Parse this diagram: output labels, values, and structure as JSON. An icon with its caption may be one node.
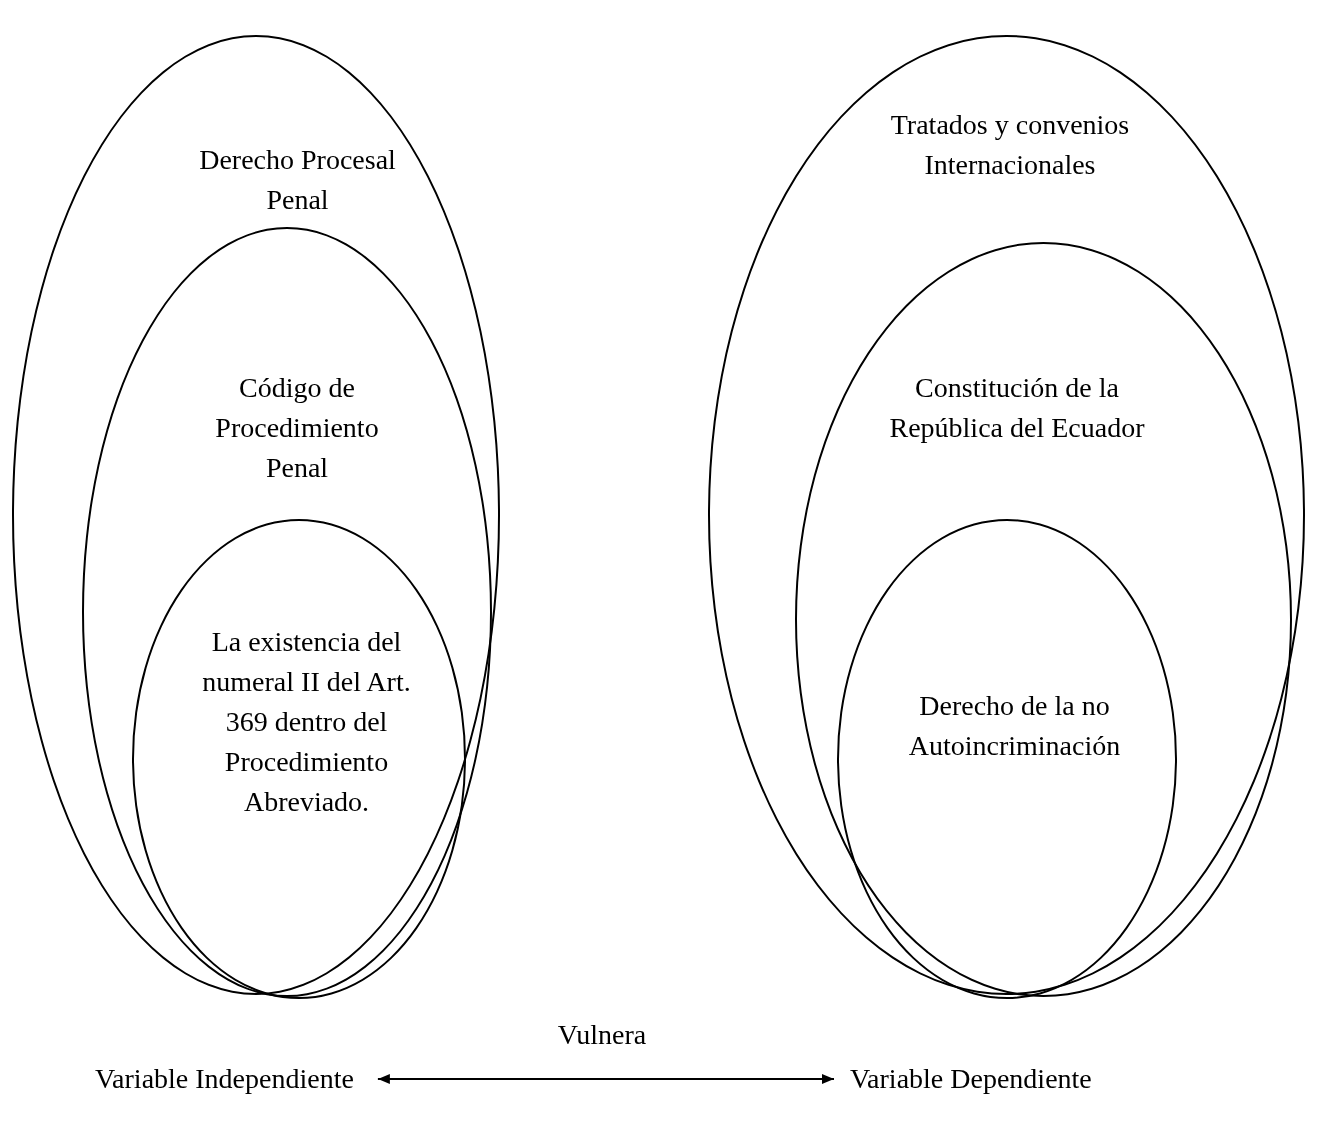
{
  "diagram": {
    "nodes": [
      {
        "text": [
          "Derecho Procesal Penal"
        ]
      },
      {
        "text": [
          "Código de Procedimiento Penal"
        ],
        "in": 0
      },
      {
        "text": [
          "La existencia del numeral II del Art. 369 dentro del Procedimiento Abreviado."
        ],
        "in": 1
      },
      {
        "text": [
          "Tratados y convenios Internacionales"
        ]
      },
      {
        "text": [
          "Constitución de la República del Ecuador"
        ],
        "in": 3
      },
      {
        "text": [
          "Derecho de la no Autoincriminación"
        ],
        "in": 4
      },
      {
        "text": [
          "Variable Independiente"
        ]
      },
      {
        "text": [
          "Variable Dependiente"
        ]
      }
    ],
    "edges": [
      {
        "from": 6,
        "to": 7,
        "arrow": "both",
        "label": "Vulnera"
      }
    ]
  }
}
